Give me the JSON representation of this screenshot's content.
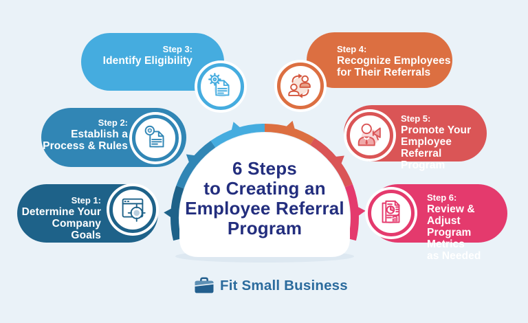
{
  "infographic": {
    "title_lines": [
      "6 Steps",
      "to Creating an",
      "Employee Referral",
      "Program"
    ],
    "steps": [
      {
        "label": "Step 1:",
        "lines": [
          "Determine Your",
          "Company Goals"
        ],
        "icon": "browser-target-icon",
        "color": "#1e6289"
      },
      {
        "label": "Step 2:",
        "lines": [
          "Establish a",
          "Process & Rules"
        ],
        "icon": "document-badge-icon",
        "color": "#3186b5"
      },
      {
        "label": "Step 3:",
        "lines": [
          "Identify Eligibility"
        ],
        "icon": "document-gear-icon",
        "color": "#45acdf"
      },
      {
        "label": "Step 4:",
        "lines": [
          "Recognize Employees",
          "for Their Referrals"
        ],
        "icon": "referral-cycle-icon",
        "color": "#dc6f41"
      },
      {
        "label": "Step 5:",
        "lines": [
          "Promote Your",
          "Employee Referral",
          "Program"
        ],
        "icon": "megaphone-person-icon",
        "color": "#da5556"
      },
      {
        "label": "Step 6:",
        "lines": [
          "Review & Adjust",
          "Program Metrics",
          "as Needed"
        ],
        "icon": "report-metrics-icon",
        "color": "#e43a6d"
      }
    ],
    "footer": {
      "brand": "Fit Small Business"
    },
    "colors": {
      "background": "#eaf2f8",
      "dome": "#ffffff",
      "title_text": "#232e7e",
      "pill_text": "#ffffff",
      "brand_text": "#2b6b9d",
      "brand_icon": "#235f8e"
    }
  }
}
